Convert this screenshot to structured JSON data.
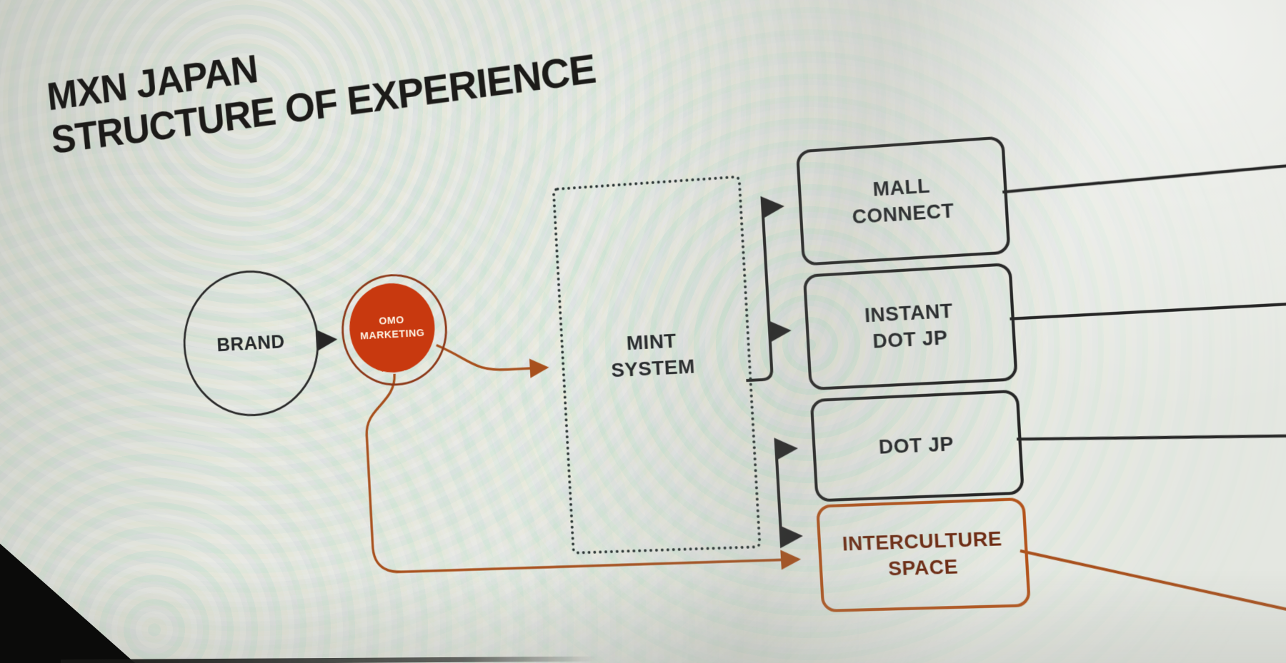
{
  "slide": {
    "title_line1": "MXN JAPAN",
    "title_line2": "STRUCTURE OF EXPERIENCE"
  },
  "diagram": {
    "brand": {
      "label": "BRAND"
    },
    "omo_marketing": {
      "line1": "OMO",
      "line2": "MARKETING"
    },
    "mint_system": {
      "line1": "MINT",
      "line2": "SYSTEM"
    },
    "mall_connect": {
      "line1": "MALL",
      "line2": "CONNECT"
    },
    "instant_dot_jp": {
      "line1": "INSTANT",
      "line2": "DOT JP"
    },
    "dot_jp": {
      "label": "DOT JP"
    },
    "interculture_space": {
      "line1": "INTERCULTURE",
      "line2": "SPACE"
    },
    "edges": [
      {
        "from": "BRAND",
        "to": "OMO MARKETING",
        "color": "black"
      },
      {
        "from": "OMO MARKETING",
        "to": "MINT SYSTEM",
        "color": "orange"
      },
      {
        "from": "MINT SYSTEM",
        "to": "MALL CONNECT",
        "color": "black"
      },
      {
        "from": "MINT SYSTEM",
        "to": "INSTANT DOT JP",
        "color": "black"
      },
      {
        "from": "MINT SYSTEM",
        "to": "DOT JP",
        "color": "black"
      },
      {
        "from": "MINT SYSTEM",
        "to": "INTERCULTURE SPACE",
        "color": "black"
      },
      {
        "from": "OMO MARKETING",
        "to": "INTERCULTURE SPACE",
        "color": "orange"
      }
    ],
    "colors": {
      "background": "#e4e7e1",
      "line_black": "#262626",
      "accent_red_fill": "#c8390f",
      "accent_red_ring": "#8d3a1a",
      "orange_line": "#a8501d",
      "interculture_border": "#b3541c",
      "interculture_text": "#6e2c14",
      "title_text": "#1c1b19"
    }
  }
}
